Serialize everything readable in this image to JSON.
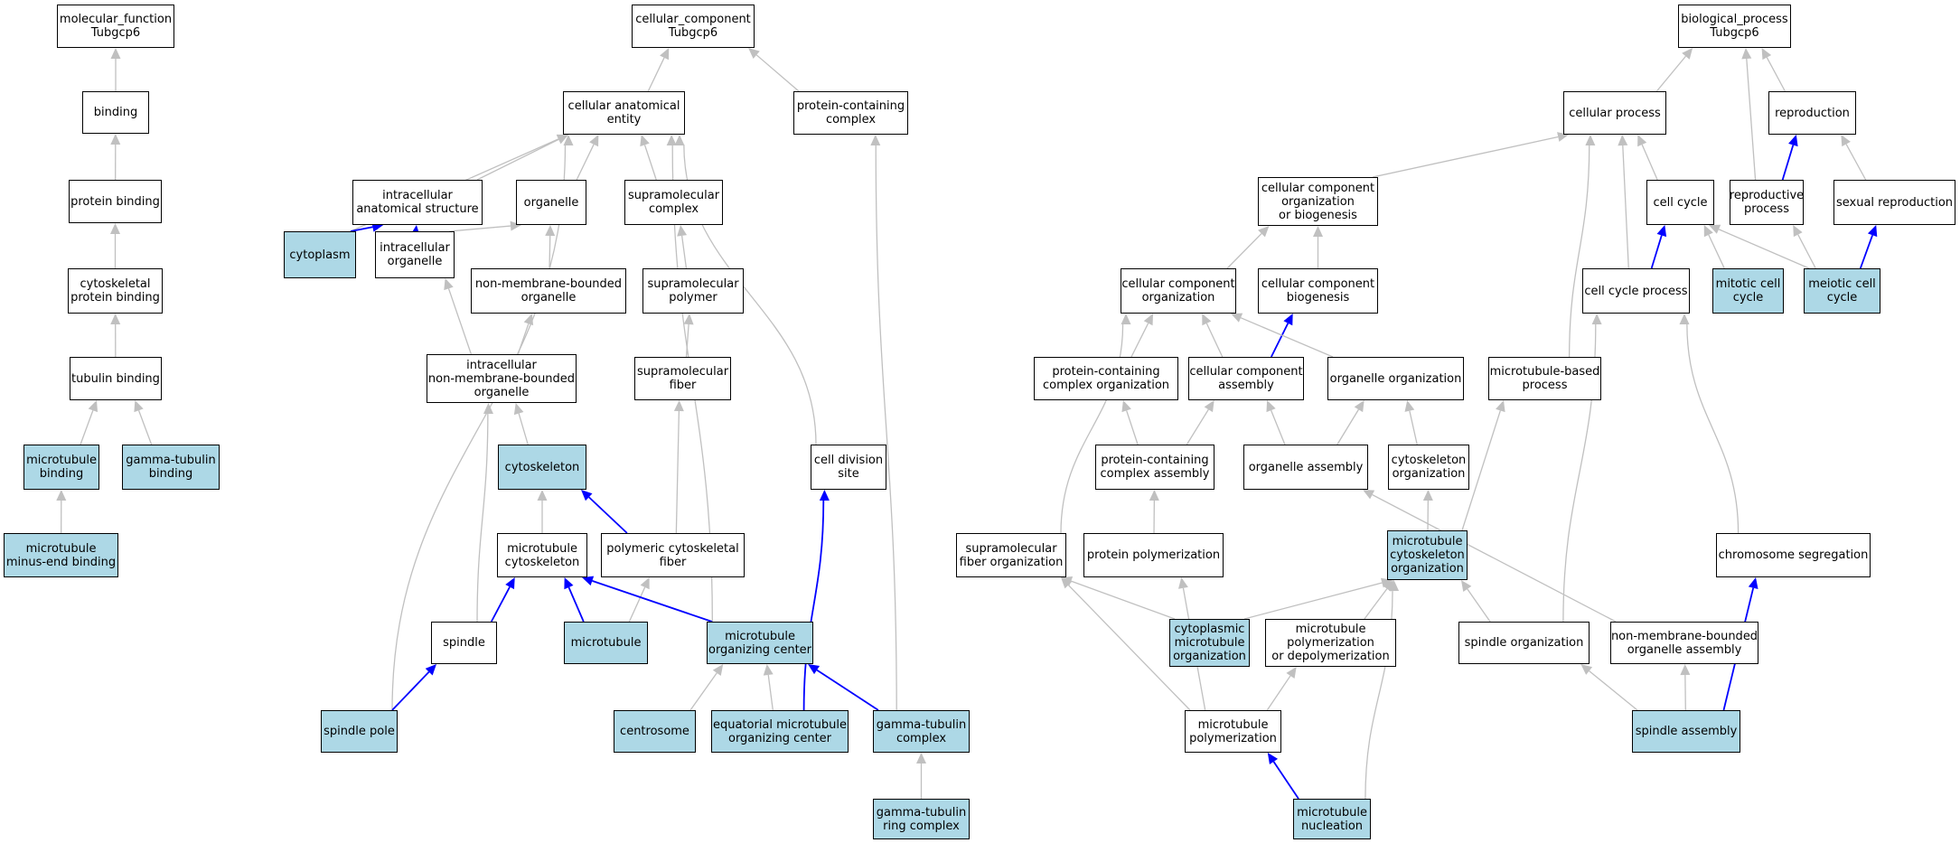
{
  "colors": {
    "highlight_fill": "#add8e6",
    "node_fill": "#ffffff",
    "node_border": "#000000",
    "edge_is_a": "#c0c0c0",
    "edge_part_of": "#0000ff"
  },
  "nodes": [
    {
      "id": "mf_root",
      "lines": [
        "molecular_function",
        "Tubgcp6"
      ],
      "hl": false
    },
    {
      "id": "binding",
      "lines": [
        "binding"
      ],
      "hl": false
    },
    {
      "id": "protein_binding",
      "lines": [
        "protein binding"
      ],
      "hl": false
    },
    {
      "id": "cytoskeletal_protein_binding",
      "lines": [
        "cytoskeletal",
        "protein binding"
      ],
      "hl": false
    },
    {
      "id": "tubulin_binding",
      "lines": [
        "tubulin binding"
      ],
      "hl": false
    },
    {
      "id": "microtubule_binding",
      "lines": [
        "microtubule",
        "binding"
      ],
      "hl": true
    },
    {
      "id": "gamma_tubulin_binding",
      "lines": [
        "gamma-tubulin",
        "binding"
      ],
      "hl": true
    },
    {
      "id": "mt_minus_end_binding",
      "lines": [
        "microtubule",
        "minus-end binding"
      ],
      "hl": true
    },
    {
      "id": "cc_root",
      "lines": [
        "cellular_component",
        "Tubgcp6"
      ],
      "hl": false
    },
    {
      "id": "cellular_anatomical_entity",
      "lines": [
        "cellular anatomical",
        "entity"
      ],
      "hl": false
    },
    {
      "id": "protein_containing_complex",
      "lines": [
        "protein-containing",
        "complex"
      ],
      "hl": false
    },
    {
      "id": "intracellular_anatomical_structure",
      "lines": [
        "intracellular",
        "anatomical structure"
      ],
      "hl": false
    },
    {
      "id": "organelle",
      "lines": [
        "organelle"
      ],
      "hl": false
    },
    {
      "id": "supramolecular_complex",
      "lines": [
        "supramolecular",
        "complex"
      ],
      "hl": false
    },
    {
      "id": "cytoplasm",
      "lines": [
        "cytoplasm"
      ],
      "hl": true
    },
    {
      "id": "intracellular_organelle",
      "lines": [
        "intracellular",
        "organelle"
      ],
      "hl": false
    },
    {
      "id": "non_membrane_bounded_organelle",
      "lines": [
        "non-membrane-bounded",
        "organelle"
      ],
      "hl": false
    },
    {
      "id": "supramolecular_polymer",
      "lines": [
        "supramolecular",
        "polymer"
      ],
      "hl": false
    },
    {
      "id": "intracellular_nmb_organelle",
      "lines": [
        "intracellular",
        "non-membrane-bounded",
        "organelle"
      ],
      "hl": false
    },
    {
      "id": "supramolecular_fiber",
      "lines": [
        "supramolecular",
        "fiber"
      ],
      "hl": false
    },
    {
      "id": "cytoskeleton",
      "lines": [
        "cytoskeleton"
      ],
      "hl": true
    },
    {
      "id": "cell_division_site",
      "lines": [
        "cell division",
        "site"
      ],
      "hl": false
    },
    {
      "id": "microtubule_cytoskeleton",
      "lines": [
        "microtubule",
        "cytoskeleton"
      ],
      "hl": false
    },
    {
      "id": "polymeric_cytoskeletal_fiber",
      "lines": [
        "polymeric cytoskeletal",
        "fiber"
      ],
      "hl": false
    },
    {
      "id": "spindle",
      "lines": [
        "spindle"
      ],
      "hl": false
    },
    {
      "id": "microtubule",
      "lines": [
        "microtubule"
      ],
      "hl": true
    },
    {
      "id": "mtoc",
      "lines": [
        "microtubule",
        "organizing center"
      ],
      "hl": true
    },
    {
      "id": "spindle_pole",
      "lines": [
        "spindle pole"
      ],
      "hl": true
    },
    {
      "id": "centrosome",
      "lines": [
        "centrosome"
      ],
      "hl": true
    },
    {
      "id": "equatorial_mtoc",
      "lines": [
        "equatorial microtubule",
        "organizing center"
      ],
      "hl": true
    },
    {
      "id": "gamma_tubulin_complex",
      "lines": [
        "gamma-tubulin",
        "complex"
      ],
      "hl": true
    },
    {
      "id": "gamma_tubulin_ring_complex",
      "lines": [
        "gamma-tubulin",
        "ring complex"
      ],
      "hl": true
    },
    {
      "id": "bp_root",
      "lines": [
        "biological_process",
        "Tubgcp6"
      ],
      "hl": false
    },
    {
      "id": "cellular_process",
      "lines": [
        "cellular process"
      ],
      "hl": false
    },
    {
      "id": "reproduction",
      "lines": [
        "reproduction"
      ],
      "hl": false
    },
    {
      "id": "ccob",
      "lines": [
        "cellular component",
        "organization",
        "or biogenesis"
      ],
      "hl": false
    },
    {
      "id": "cell_cycle",
      "lines": [
        "cell cycle"
      ],
      "hl": false
    },
    {
      "id": "reproductive_process",
      "lines": [
        "reproductive",
        "process"
      ],
      "hl": false
    },
    {
      "id": "sexual_reproduction",
      "lines": [
        "sexual reproduction"
      ],
      "hl": false
    },
    {
      "id": "cc_organization",
      "lines": [
        "cellular component",
        "organization"
      ],
      "hl": false
    },
    {
      "id": "cc_biogenesis",
      "lines": [
        "cellular component",
        "biogenesis"
      ],
      "hl": false
    },
    {
      "id": "cell_cycle_process",
      "lines": [
        "cell cycle process"
      ],
      "hl": false
    },
    {
      "id": "mitotic_cell_cycle",
      "lines": [
        "mitotic cell",
        "cycle"
      ],
      "hl": true
    },
    {
      "id": "meiotic_cell_cycle",
      "lines": [
        "meiotic cell",
        "cycle"
      ],
      "hl": true
    },
    {
      "id": "pcc_organization",
      "lines": [
        "protein-containing",
        "complex organization"
      ],
      "hl": false
    },
    {
      "id": "cc_assembly",
      "lines": [
        "cellular component",
        "assembly"
      ],
      "hl": false
    },
    {
      "id": "organelle_organization",
      "lines": [
        "organelle organization"
      ],
      "hl": false
    },
    {
      "id": "mt_based_process",
      "lines": [
        "microtubule-based",
        "process"
      ],
      "hl": false
    },
    {
      "id": "pcc_assembly",
      "lines": [
        "protein-containing",
        "complex assembly"
      ],
      "hl": false
    },
    {
      "id": "organelle_assembly",
      "lines": [
        "organelle assembly"
      ],
      "hl": false
    },
    {
      "id": "cytoskeleton_organization",
      "lines": [
        "cytoskeleton",
        "organization"
      ],
      "hl": false
    },
    {
      "id": "supramolecular_fiber_organization",
      "lines": [
        "supramolecular",
        "fiber organization"
      ],
      "hl": false
    },
    {
      "id": "protein_polymerization",
      "lines": [
        "protein polymerization"
      ],
      "hl": false
    },
    {
      "id": "mt_cytoskeleton_organization",
      "lines": [
        "microtubule",
        "cytoskeleton",
        "organization"
      ],
      "hl": true
    },
    {
      "id": "chromosome_segregation",
      "lines": [
        "chromosome segregation"
      ],
      "hl": false
    },
    {
      "id": "cytoplasmic_mt_organization",
      "lines": [
        "cytoplasmic",
        "microtubule",
        "organization"
      ],
      "hl": true
    },
    {
      "id": "mt_poly_or_depoly",
      "lines": [
        "microtubule",
        "polymerization",
        "or depolymerization"
      ],
      "hl": false
    },
    {
      "id": "spindle_organization",
      "lines": [
        "spindle organization"
      ],
      "hl": false
    },
    {
      "id": "nmb_organelle_assembly",
      "lines": [
        "non-membrane-bounded",
        "organelle assembly"
      ],
      "hl": false
    },
    {
      "id": "mt_polymerization",
      "lines": [
        "microtubule",
        "polymerization"
      ],
      "hl": false
    },
    {
      "id": "spindle_assembly",
      "lines": [
        "spindle assembly"
      ],
      "hl": true
    },
    {
      "id": "mt_nucleation",
      "lines": [
        "microtubule",
        "nucleation"
      ],
      "hl": true
    }
  ],
  "edges": [
    {
      "from": "binding",
      "to": "mf_root",
      "rel": "is_a"
    },
    {
      "from": "protein_binding",
      "to": "binding",
      "rel": "is_a"
    },
    {
      "from": "cytoskeletal_protein_binding",
      "to": "protein_binding",
      "rel": "is_a"
    },
    {
      "from": "tubulin_binding",
      "to": "cytoskeletal_protein_binding",
      "rel": "is_a"
    },
    {
      "from": "microtubule_binding",
      "to": "tubulin_binding",
      "rel": "is_a"
    },
    {
      "from": "gamma_tubulin_binding",
      "to": "tubulin_binding",
      "rel": "is_a"
    },
    {
      "from": "mt_minus_end_binding",
      "to": "microtubule_binding",
      "rel": "is_a"
    },
    {
      "from": "cellular_anatomical_entity",
      "to": "cc_root",
      "rel": "is_a"
    },
    {
      "from": "protein_containing_complex",
      "to": "cc_root",
      "rel": "is_a"
    },
    {
      "from": "intracellular_anatomical_structure",
      "to": "cellular_anatomical_entity",
      "rel": "is_a"
    },
    {
      "from": "organelle",
      "to": "cellular_anatomical_entity",
      "rel": "is_a"
    },
    {
      "from": "supramolecular_complex",
      "to": "cellular_anatomical_entity",
      "rel": "is_a"
    },
    {
      "from": "cytoplasm",
      "to": "cellular_anatomical_entity",
      "rel": "is_a"
    },
    {
      "from": "cytoplasm",
      "to": "intracellular_anatomical_structure",
      "rel": "part_of"
    },
    {
      "from": "intracellular_organelle",
      "to": "intracellular_anatomical_structure",
      "rel": "part_of"
    },
    {
      "from": "intracellular_organelle",
      "to": "organelle",
      "rel": "is_a"
    },
    {
      "from": "non_membrane_bounded_organelle",
      "to": "organelle",
      "rel": "is_a"
    },
    {
      "from": "supramolecular_polymer",
      "to": "supramolecular_complex",
      "rel": "is_a"
    },
    {
      "from": "intracellular_nmb_organelle",
      "to": "intracellular_organelle",
      "rel": "is_a"
    },
    {
      "from": "intracellular_nmb_organelle",
      "to": "non_membrane_bounded_organelle",
      "rel": "is_a"
    },
    {
      "from": "supramolecular_fiber",
      "to": "supramolecular_polymer",
      "rel": "is_a"
    },
    {
      "from": "cytoskeleton",
      "to": "intracellular_nmb_organelle",
      "rel": "is_a"
    },
    {
      "from": "cell_division_site",
      "to": "cellular_anatomical_entity",
      "rel": "is_a"
    },
    {
      "from": "microtubule_cytoskeleton",
      "to": "cytoskeleton",
      "rel": "is_a"
    },
    {
      "from": "polymeric_cytoskeletal_fiber",
      "to": "supramolecular_fiber",
      "rel": "is_a"
    },
    {
      "from": "polymeric_cytoskeletal_fiber",
      "to": "cytoskeleton",
      "rel": "part_of"
    },
    {
      "from": "spindle",
      "to": "intracellular_nmb_organelle",
      "rel": "is_a"
    },
    {
      "from": "spindle",
      "to": "microtubule_cytoskeleton",
      "rel": "part_of"
    },
    {
      "from": "microtubule",
      "to": "polymeric_cytoskeletal_fiber",
      "rel": "is_a"
    },
    {
      "from": "microtubule",
      "to": "microtubule_cytoskeleton",
      "rel": "part_of"
    },
    {
      "from": "mtoc",
      "to": "cellular_anatomical_entity",
      "rel": "is_a"
    },
    {
      "from": "mtoc",
      "to": "microtubule_cytoskeleton",
      "rel": "part_of"
    },
    {
      "from": "spindle_pole",
      "to": "cellular_anatomical_entity",
      "rel": "is_a"
    },
    {
      "from": "spindle_pole",
      "to": "spindle",
      "rel": "part_of"
    },
    {
      "from": "centrosome",
      "to": "mtoc",
      "rel": "is_a"
    },
    {
      "from": "equatorial_mtoc",
      "to": "mtoc",
      "rel": "is_a"
    },
    {
      "from": "equatorial_mtoc",
      "to": "cell_division_site",
      "rel": "part_of"
    },
    {
      "from": "gamma_tubulin_complex",
      "to": "protein_containing_complex",
      "rel": "is_a"
    },
    {
      "from": "gamma_tubulin_complex",
      "to": "mtoc",
      "rel": "part_of"
    },
    {
      "from": "gamma_tubulin_ring_complex",
      "to": "gamma_tubulin_complex",
      "rel": "is_a"
    },
    {
      "from": "cellular_process",
      "to": "bp_root",
      "rel": "is_a"
    },
    {
      "from": "reproduction",
      "to": "bp_root",
      "rel": "is_a"
    },
    {
      "from": "ccob",
      "to": "cellular_process",
      "rel": "is_a"
    },
    {
      "from": "cell_cycle",
      "to": "cellular_process",
      "rel": "is_a"
    },
    {
      "from": "reproductive_process",
      "to": "bp_root",
      "rel": "is_a"
    },
    {
      "from": "reproductive_process",
      "to": "reproduction",
      "rel": "part_of"
    },
    {
      "from": "sexual_reproduction",
      "to": "reproduction",
      "rel": "is_a"
    },
    {
      "from": "cc_organization",
      "to": "ccob",
      "rel": "is_a"
    },
    {
      "from": "cc_biogenesis",
      "to": "ccob",
      "rel": "is_a"
    },
    {
      "from": "cell_cycle_process",
      "to": "cellular_process",
      "rel": "is_a"
    },
    {
      "from": "cell_cycle_process",
      "to": "cell_cycle",
      "rel": "part_of"
    },
    {
      "from": "mitotic_cell_cycle",
      "to": "cell_cycle",
      "rel": "is_a"
    },
    {
      "from": "meiotic_cell_cycle",
      "to": "cell_cycle",
      "rel": "is_a"
    },
    {
      "from": "meiotic_cell_cycle",
      "to": "reproductive_process",
      "rel": "is_a"
    },
    {
      "from": "meiotic_cell_cycle",
      "to": "sexual_reproduction",
      "rel": "part_of"
    },
    {
      "from": "pcc_organization",
      "to": "cc_organization",
      "rel": "is_a"
    },
    {
      "from": "cc_assembly",
      "to": "cc_organization",
      "rel": "is_a"
    },
    {
      "from": "cc_assembly",
      "to": "cc_biogenesis",
      "rel": "part_of"
    },
    {
      "from": "organelle_organization",
      "to": "cc_organization",
      "rel": "is_a"
    },
    {
      "from": "mt_based_process",
      "to": "cellular_process",
      "rel": "is_a"
    },
    {
      "from": "pcc_assembly",
      "to": "pcc_organization",
      "rel": "is_a"
    },
    {
      "from": "pcc_assembly",
      "to": "cc_assembly",
      "rel": "is_a"
    },
    {
      "from": "organelle_assembly",
      "to": "cc_assembly",
      "rel": "is_a"
    },
    {
      "from": "organelle_assembly",
      "to": "organelle_organization",
      "rel": "is_a"
    },
    {
      "from": "cytoskeleton_organization",
      "to": "organelle_organization",
      "rel": "is_a"
    },
    {
      "from": "supramolecular_fiber_organization",
      "to": "cc_organization",
      "rel": "is_a"
    },
    {
      "from": "protein_polymerization",
      "to": "pcc_assembly",
      "rel": "is_a"
    },
    {
      "from": "mt_cytoskeleton_organization",
      "to": "cytoskeleton_organization",
      "rel": "is_a"
    },
    {
      "from": "mt_cytoskeleton_organization",
      "to": "mt_based_process",
      "rel": "is_a"
    },
    {
      "from": "chromosome_segregation",
      "to": "cell_cycle_process",
      "rel": "is_a"
    },
    {
      "from": "cytoplasmic_mt_organization",
      "to": "mt_cytoskeleton_organization",
      "rel": "is_a"
    },
    {
      "from": "cytoplasmic_mt_organization",
      "to": "supramolecular_fiber_organization",
      "rel": "is_a"
    },
    {
      "from": "mt_poly_or_depoly",
      "to": "mt_cytoskeleton_organization",
      "rel": "is_a"
    },
    {
      "from": "spindle_organization",
      "to": "mt_cytoskeleton_organization",
      "rel": "is_a"
    },
    {
      "from": "spindle_organization",
      "to": "cell_cycle_process",
      "rel": "is_a"
    },
    {
      "from": "nmb_organelle_assembly",
      "to": "organelle_assembly",
      "rel": "is_a"
    },
    {
      "from": "mt_polymerization",
      "to": "mt_poly_or_depoly",
      "rel": "is_a"
    },
    {
      "from": "mt_polymerization",
      "to": "protein_polymerization",
      "rel": "is_a"
    },
    {
      "from": "mt_polymerization",
      "to": "supramolecular_fiber_organization",
      "rel": "is_a"
    },
    {
      "from": "spindle_assembly",
      "to": "spindle_organization",
      "rel": "is_a"
    },
    {
      "from": "spindle_assembly",
      "to": "nmb_organelle_assembly",
      "rel": "is_a"
    },
    {
      "from": "spindle_assembly",
      "to": "chromosome_segregation",
      "rel": "part_of"
    },
    {
      "from": "mt_nucleation",
      "to": "mt_polymerization",
      "rel": "part_of"
    },
    {
      "from": "mt_nucleation",
      "to": "mt_cytoskeleton_organization",
      "rel": "is_a"
    }
  ]
}
